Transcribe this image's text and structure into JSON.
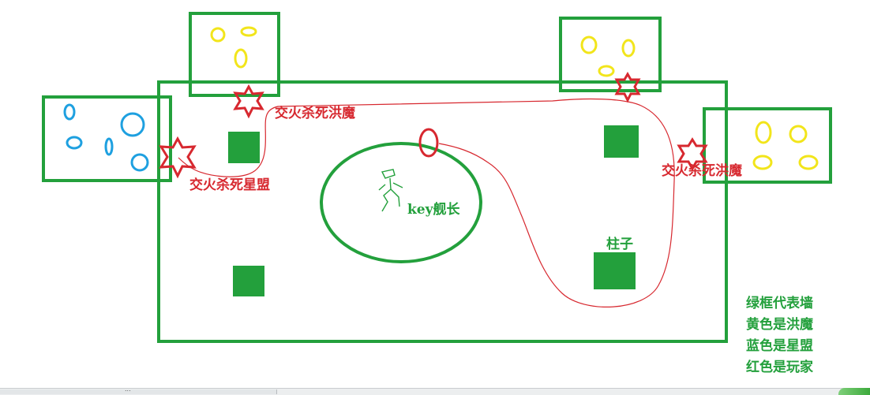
{
  "labels": {
    "kill_hongmo_top": "交火杀死洪魔",
    "kill_xingmeng": "交火杀死星盟",
    "kill_hongmo_right": "交火杀死洪魔",
    "player": "key舰长",
    "pillar": "柱子"
  },
  "legend": [
    "绿框代表墙",
    "黄色是洪魔",
    "蓝色是星盟",
    "红色是玩家"
  ],
  "colors": {
    "wall": "#23a03c",
    "flood": "#f2e51b",
    "covenant": "#1ea0e0",
    "player": "#d7282f"
  },
  "bottom_bar": {
    "dots": "..."
  }
}
